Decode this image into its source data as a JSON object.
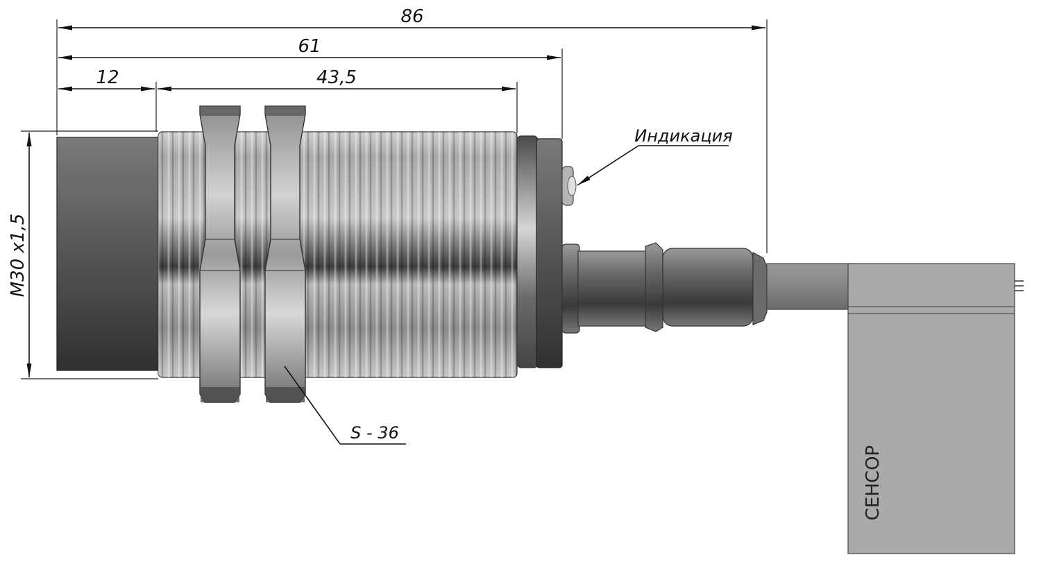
{
  "dimensions": {
    "overall_length": "86",
    "housing_length": "61",
    "front_length": "12",
    "thread_length": "43,5",
    "thread_size": "M30 x1,5",
    "nut_size": "S - 36"
  },
  "callouts": {
    "indicator": "Индикация"
  },
  "tag": {
    "text": "СЕНСОР"
  }
}
